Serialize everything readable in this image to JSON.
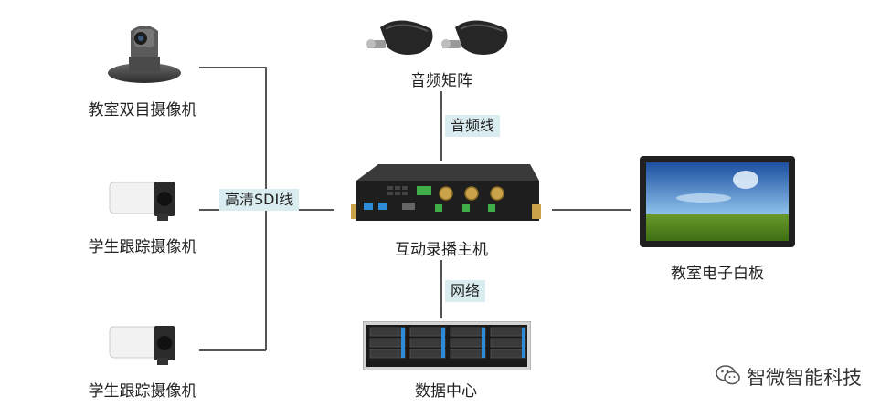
{
  "devices": {
    "classroom_camera": "教室双目摄像机",
    "student_camera_1": "学生跟踪摄像机",
    "student_camera_2": "学生跟踪摄像机",
    "audio_matrix": "音频矩阵",
    "host": "互动录播主机",
    "whiteboard": "教室电子白板",
    "datacenter": "数据中心"
  },
  "connections": {
    "sdi": "高清SDI线",
    "audio": "音频线",
    "network": "网络"
  },
  "watermark": "智微智能科技",
  "icons": {
    "ptz_camera": "ptz-camera-icon",
    "box_camera": "box-camera-icon",
    "microphone": "microphone-icon",
    "recorder": "recorder-host-icon",
    "display": "display-icon",
    "storage": "storage-server-icon",
    "wechat": "wechat-icon"
  },
  "colors": {
    "line": "#555555",
    "label_bg": "#d9ecf0",
    "device_dark": "#2a2a2a",
    "accent_blue": "#2e8bd8"
  }
}
